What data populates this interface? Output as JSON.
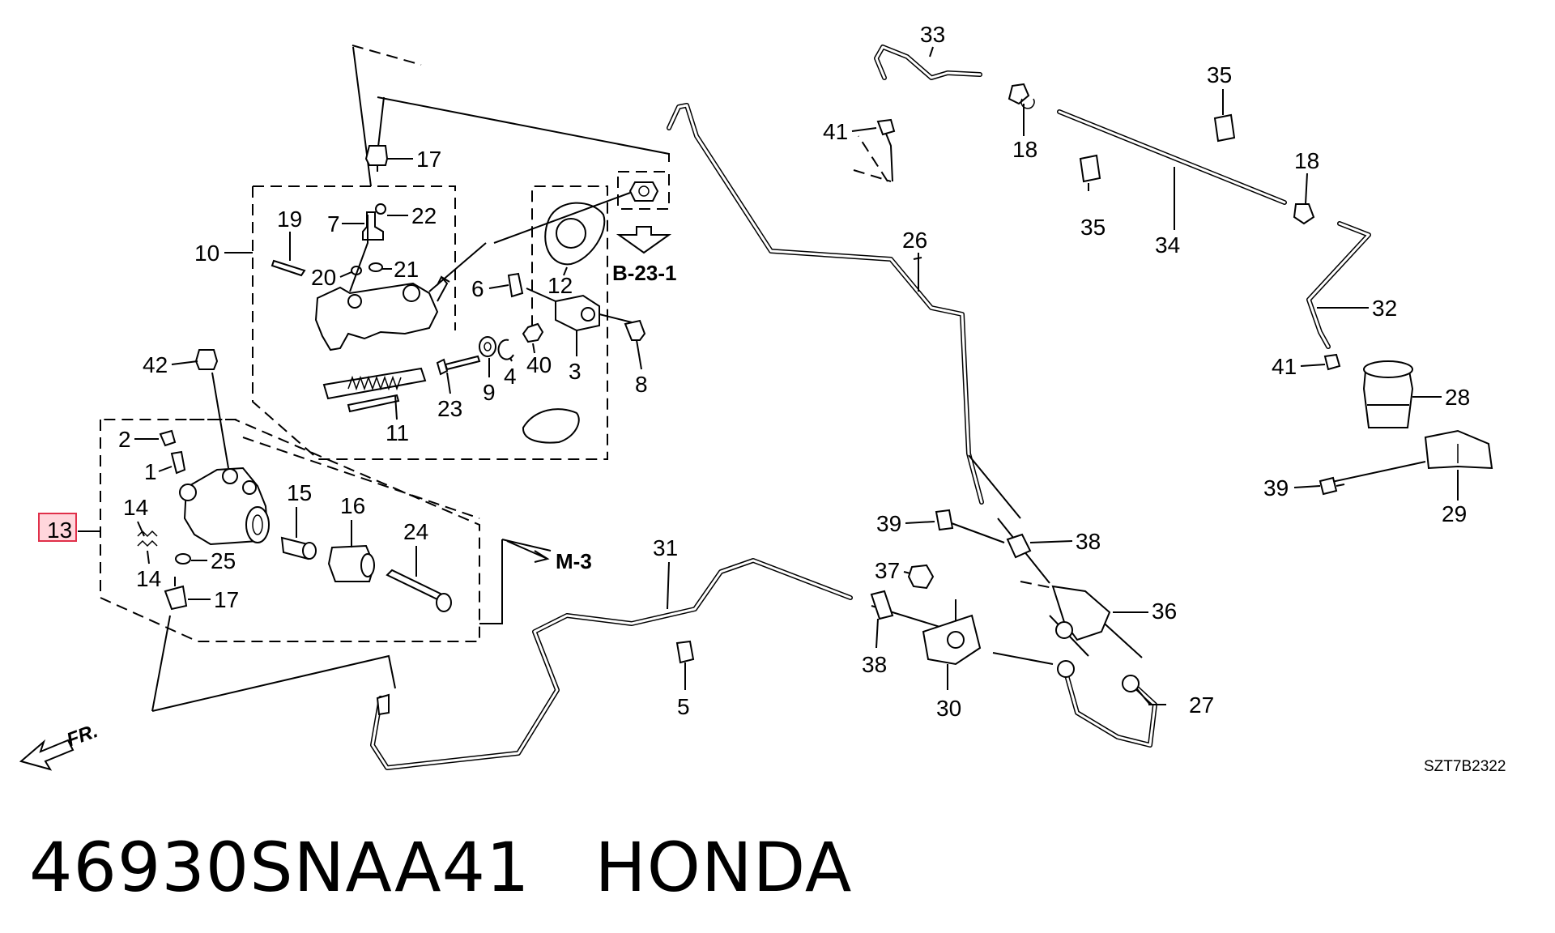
{
  "diagram": {
    "callouts": [
      {
        "id": "c33",
        "text": "33"
      },
      {
        "id": "c41a",
        "text": "41"
      },
      {
        "id": "c18a",
        "text": "18"
      },
      {
        "id": "c35a",
        "text": "35"
      },
      {
        "id": "c17a",
        "text": "17"
      },
      {
        "id": "c19",
        "text": "19"
      },
      {
        "id": "c7",
        "text": "7"
      },
      {
        "id": "c22",
        "text": "22"
      },
      {
        "id": "c10",
        "text": "10"
      },
      {
        "id": "c20",
        "text": "20"
      },
      {
        "id": "c21",
        "text": "21"
      },
      {
        "id": "c6",
        "text": "6"
      },
      {
        "id": "c12",
        "text": "12"
      },
      {
        "id": "c26",
        "text": "26"
      },
      {
        "id": "c35b",
        "text": "35"
      },
      {
        "id": "c34",
        "text": "34"
      },
      {
        "id": "c18b",
        "text": "18"
      },
      {
        "id": "c32",
        "text": "32"
      },
      {
        "id": "c41b",
        "text": "41"
      },
      {
        "id": "c28",
        "text": "28"
      },
      {
        "id": "c42",
        "text": "42"
      },
      {
        "id": "c9",
        "text": "9"
      },
      {
        "id": "c4",
        "text": "4"
      },
      {
        "id": "c40",
        "text": "40"
      },
      {
        "id": "c3",
        "text": "3"
      },
      {
        "id": "c8",
        "text": "8"
      },
      {
        "id": "c23",
        "text": "23"
      },
      {
        "id": "c11",
        "text": "11"
      },
      {
        "id": "c2",
        "text": "2"
      },
      {
        "id": "c1",
        "text": "1"
      },
      {
        "id": "c15",
        "text": "15"
      },
      {
        "id": "c16",
        "text": "16"
      },
      {
        "id": "c14a",
        "text": "14"
      },
      {
        "id": "c13",
        "text": "13"
      },
      {
        "id": "c24",
        "text": "24"
      },
      {
        "id": "c25",
        "text": "25"
      },
      {
        "id": "c14b",
        "text": "14"
      },
      {
        "id": "c17b",
        "text": "17"
      },
      {
        "id": "c31",
        "text": "31"
      },
      {
        "id": "c39a",
        "text": "39"
      },
      {
        "id": "c38a",
        "text": "38"
      },
      {
        "id": "c37",
        "text": "37"
      },
      {
        "id": "c36",
        "text": "36"
      },
      {
        "id": "c39b",
        "text": "39"
      },
      {
        "id": "c29",
        "text": "29"
      },
      {
        "id": "c5",
        "text": "5"
      },
      {
        "id": "c38b",
        "text": "38"
      },
      {
        "id": "c30",
        "text": "30"
      },
      {
        "id": "c27",
        "text": "27"
      }
    ],
    "references": {
      "b231": "B-23-1",
      "m3": "M-3"
    },
    "front_marker": "FR.",
    "diagram_code": "SZT7B2322",
    "highlighted_callout": "13",
    "highlight_color": "#e0304a"
  },
  "footer": {
    "part_number": "46930SNAA41",
    "brand": "HONDA"
  }
}
